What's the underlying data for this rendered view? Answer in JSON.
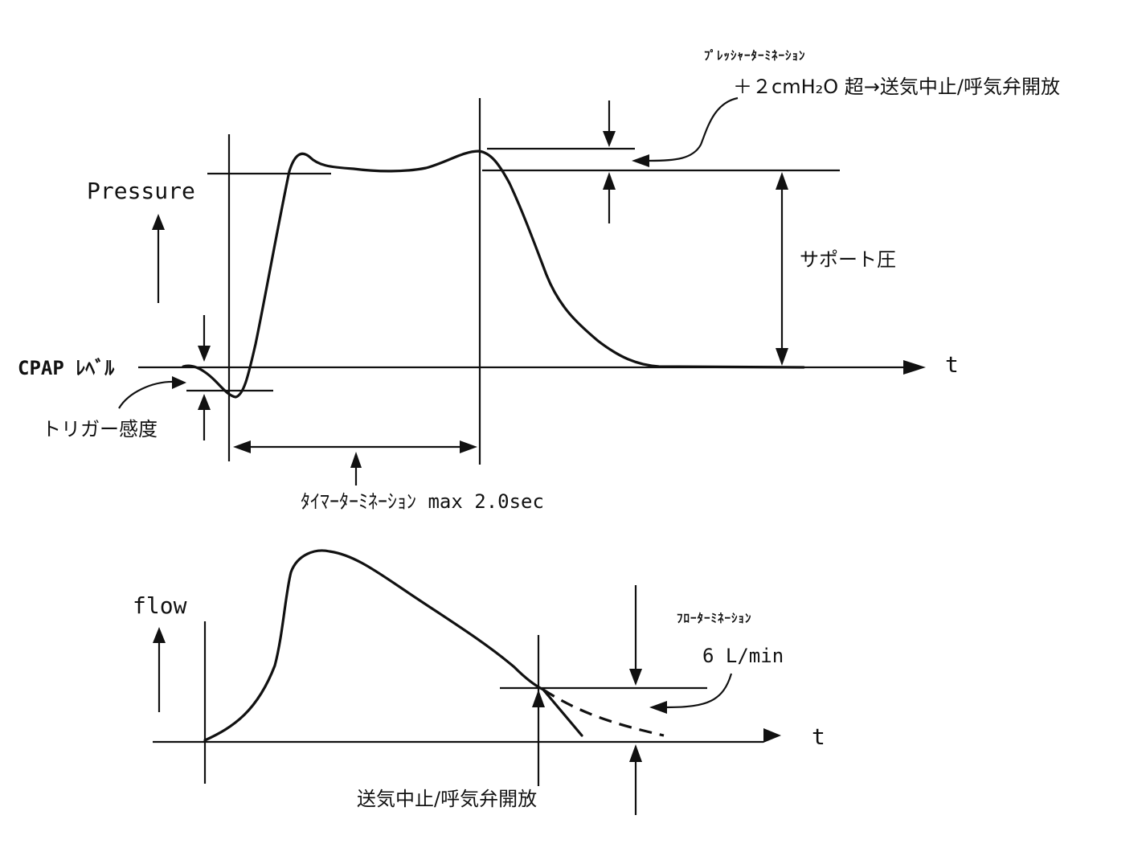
{
  "pressure_panel": {
    "y_axis_label": "Pressure",
    "x_axis_label": "t",
    "cpap_label": "CPAP ﾚﾍﾞﾙ",
    "trigger_label": "トリガー感度",
    "support_label": "サポート圧",
    "timer_termination_label": "ﾀｲﾏｰﾀｰﾐﾈｰｼｮﾝ max 2.0sec",
    "pressure_termination_title": "ﾌﾟﾚｯｼｬｰﾀｰﾐﾈｰｼｮﾝ",
    "pressure_termination_rule": "＋２cmH₂O 超→送気中止/呼気弁開放"
  },
  "flow_panel": {
    "y_axis_label": "flow",
    "x_axis_label": "t",
    "flow_termination_title": "ﾌﾛｰﾀｰﾐﾈｰｼｮﾝ",
    "flow_termination_value": "6 L/min",
    "valve_label": "送気中止/呼気弁開放"
  },
  "colors": {
    "ink": "#111111",
    "background": "#ffffff"
  }
}
